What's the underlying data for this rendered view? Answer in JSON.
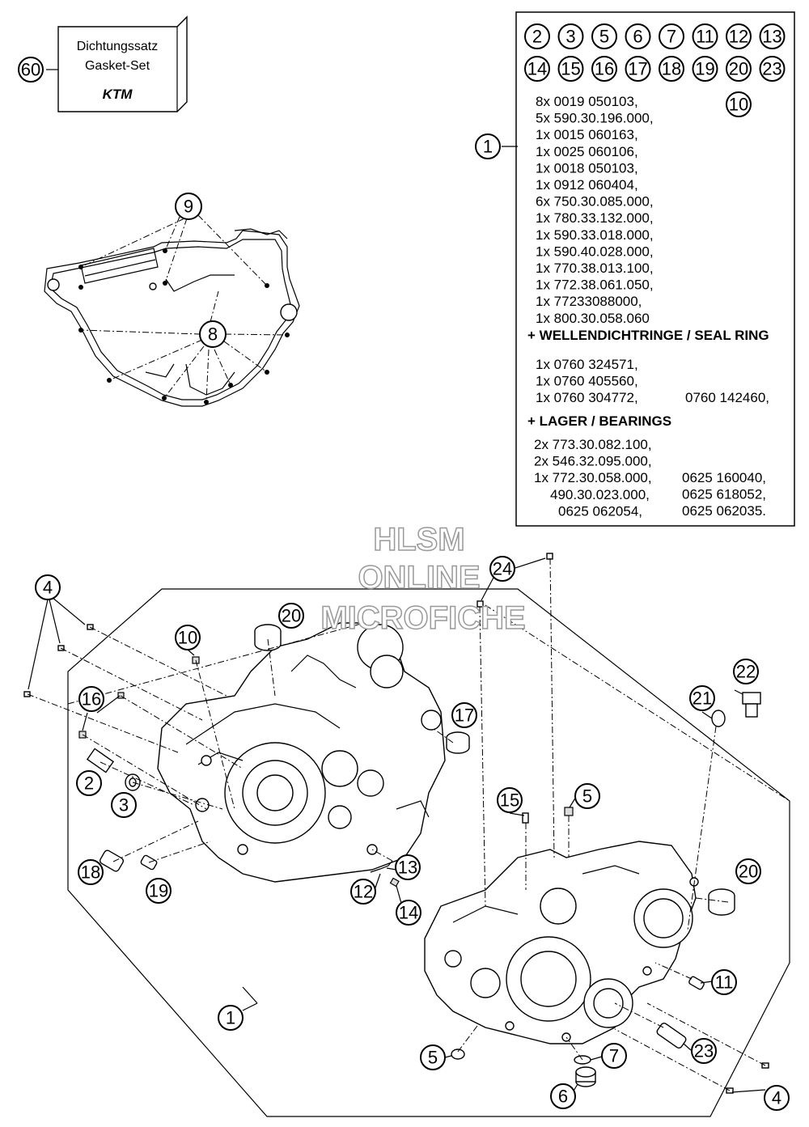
{
  "gasket_box": {
    "line1": "Dichtungssatz",
    "line2": "Gasket-Set",
    "logo": "KTM",
    "ref": "60"
  },
  "parts_box": {
    "header_refs": [
      "2",
      "3",
      "5",
      "6",
      "7",
      "11",
      "12",
      "13",
      "14",
      "15",
      "16",
      "17",
      "18",
      "19",
      "20",
      "23"
    ],
    "extra_ref": "10",
    "main_ref": "1",
    "parts_list": [
      "8x 0019 050103,",
      "5x 590.30.196.000,",
      "1x 0015 060163,",
      "1x 0025 060106,",
      "1x 0018 050103,",
      "1x 0912 060404,",
      "6x 750.30.085.000,",
      "1x 780.33.132.000,",
      "1x 590.33.018.000,",
      "1x 590.40.028.000,",
      "1x 770.38.013.100,",
      "1x 772.38.061.050,",
      "1x 77233088000,",
      "1x 800.30.058.060"
    ],
    "seal_heading": "+ WELLENDICHTRINGE /  SEAL RING",
    "seal_list": [
      "1x 0760 324571,",
      "1x 0760 405560,",
      "1x 0760 304772,"
    ],
    "seal_extra": "0760 142460,",
    "bearing_heading": "+ LAGER / BEARINGS",
    "bearing_list_left": [
      "2x 773.30.082.100,",
      "2x 546.32.095.000,",
      "1x 772.30.058.000,",
      "490.30.023.000,",
      "0625 062054,"
    ],
    "bearing_list_right": [
      "0625 160040,",
      "0625 618052,",
      "0625 062035."
    ]
  },
  "watermark": {
    "line1": "HLSM",
    "line2": "ONLINE",
    "line3": "MICROFICHE"
  },
  "callouts": {
    "c9": "9",
    "c8": "8",
    "c4a": "4",
    "c16": "16",
    "c2": "2",
    "c3": "3",
    "c18": "18",
    "c19": "19",
    "c10": "10",
    "c20a": "20",
    "c24": "24",
    "c17": "17",
    "c13": "13",
    "c12": "12",
    "c14": "14",
    "c22": "22",
    "c21": "21",
    "c15": "15",
    "c5a": "5",
    "c20b": "20",
    "c11": "11",
    "c5b": "5",
    "c7": "7",
    "c23": "23",
    "c6": "6",
    "c4b": "4",
    "c1": "1"
  }
}
